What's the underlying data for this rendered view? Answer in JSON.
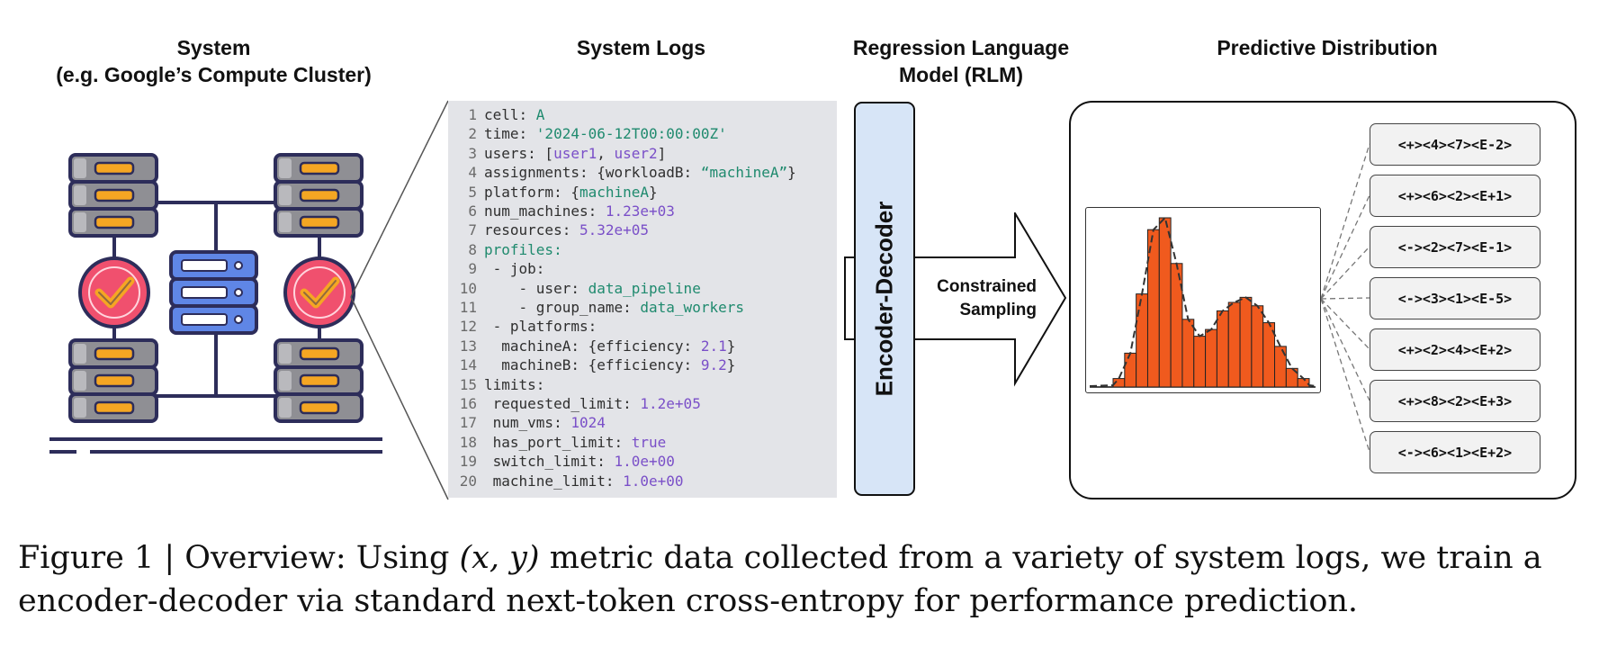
{
  "headers": {
    "system_line1": "System",
    "system_line2": "(e.g. Google’s Compute Cluster)",
    "logs": "System Logs",
    "rlm_line1": "Regression Language",
    "rlm_line2": "Model (RLM)",
    "predictive": "Predictive Distribution"
  },
  "log_lines": [
    {
      "num": "1",
      "parts": [
        {
          "t": "cell: ",
          "c": "k"
        },
        {
          "t": "A",
          "c": "g"
        }
      ]
    },
    {
      "num": "2",
      "parts": [
        {
          "t": "time: ",
          "c": "k"
        },
        {
          "t": "'2024-06-12T00:00:00Z'",
          "c": "g"
        }
      ]
    },
    {
      "num": "3",
      "parts": [
        {
          "t": "users: [",
          "c": "k"
        },
        {
          "t": "user1",
          "c": "v"
        },
        {
          "t": ", ",
          "c": "p"
        },
        {
          "t": "user2",
          "c": "v"
        },
        {
          "t": "]",
          "c": "p"
        }
      ]
    },
    {
      "num": "4",
      "parts": [
        {
          "t": "assignments: {workloadB: ",
          "c": "k"
        },
        {
          "t": "“machineA”",
          "c": "g"
        },
        {
          "t": "}",
          "c": "p"
        }
      ]
    },
    {
      "num": "5",
      "parts": [
        {
          "t": "platform: {",
          "c": "k"
        },
        {
          "t": "machineA",
          "c": "g"
        },
        {
          "t": "}",
          "c": "p"
        }
      ]
    },
    {
      "num": "6",
      "parts": [
        {
          "t": "num_machines: ",
          "c": "k"
        },
        {
          "t": "1.23e+03",
          "c": "v"
        }
      ]
    },
    {
      "num": "7",
      "parts": [
        {
          "t": "resources: ",
          "c": "k"
        },
        {
          "t": "5.32e+05",
          "c": "v"
        }
      ]
    },
    {
      "num": "8",
      "parts": [
        {
          "t": "profiles:",
          "c": "g"
        }
      ]
    },
    {
      "num": "9",
      "parts": [
        {
          "t": " - job:",
          "c": "k"
        }
      ]
    },
    {
      "num": "10",
      "parts": [
        {
          "t": "    - user: ",
          "c": "k"
        },
        {
          "t": "data_pipeline",
          "c": "g"
        }
      ]
    },
    {
      "num": "11",
      "parts": [
        {
          "t": "    - group_name: ",
          "c": "k"
        },
        {
          "t": "data_workers",
          "c": "g"
        }
      ]
    },
    {
      "num": "12",
      "parts": [
        {
          "t": " - platforms:",
          "c": "k"
        }
      ]
    },
    {
      "num": "13",
      "parts": [
        {
          "t": "  machineA: {efficiency: ",
          "c": "k"
        },
        {
          "t": "2.1",
          "c": "v"
        },
        {
          "t": "}",
          "c": "p"
        }
      ]
    },
    {
      "num": "14",
      "parts": [
        {
          "t": "  machineB: {efficiency: ",
          "c": "k"
        },
        {
          "t": "9.2",
          "c": "v"
        },
        {
          "t": "}",
          "c": "p"
        }
      ]
    },
    {
      "num": "15",
      "parts": [
        {
          "t": "limits:",
          "c": "k"
        }
      ]
    },
    {
      "num": "16",
      "parts": [
        {
          "t": " requested_limit: ",
          "c": "k"
        },
        {
          "t": "1.2e+05",
          "c": "v"
        }
      ]
    },
    {
      "num": "17",
      "parts": [
        {
          "t": " num_vms: ",
          "c": "k"
        },
        {
          "t": "1024",
          "c": "v"
        }
      ]
    },
    {
      "num": "18",
      "parts": [
        {
          "t": " has_port_limit: ",
          "c": "k"
        },
        {
          "t": "true",
          "c": "v"
        }
      ]
    },
    {
      "num": "19",
      "parts": [
        {
          "t": " switch_limit: ",
          "c": "k"
        },
        {
          "t": "1.0e+00",
          "c": "v"
        }
      ]
    },
    {
      "num": "20",
      "parts": [
        {
          "t": " machine_limit: ",
          "c": "k"
        },
        {
          "t": "1.0e+00",
          "c": "v"
        }
      ]
    }
  ],
  "model": {
    "label": "Encoder-Decoder",
    "sampling_line1": "Constrained",
    "sampling_line2": "Sampling"
  },
  "tokens": [
    "<+><4><7><E-2>",
    "<+><6><2><E+1>",
    "<-><2><7><E-1>",
    "<-><3><1><E-5>",
    "<+><2><4><E+2>",
    "<+><8><2><E+3>",
    "<-><6><1><E+2>"
  ],
  "histogram": {
    "bar_color": "#f05a1e",
    "values": [
      0.05,
      0.2,
      0.55,
      0.93,
      1.0,
      0.73,
      0.4,
      0.3,
      0.34,
      0.45,
      0.5,
      0.53,
      0.48,
      0.38,
      0.24,
      0.11,
      0.05
    ]
  },
  "caption": {
    "prefix": "Figure 1 | Overview: Using ",
    "math": "(x, y)",
    "rest_line1": " metric data collected from a variety of system logs, we train a",
    "line2": "encoder-decoder via standard next-token cross-entropy for performance prediction."
  },
  "colors": {
    "server_body": "#8f8f94",
    "server_slot": "#f5a623",
    "center_server": "#5f86e6",
    "check_circle": "#f0506e",
    "check_mark": "#f5a623",
    "outline": "#2d2d5a"
  }
}
